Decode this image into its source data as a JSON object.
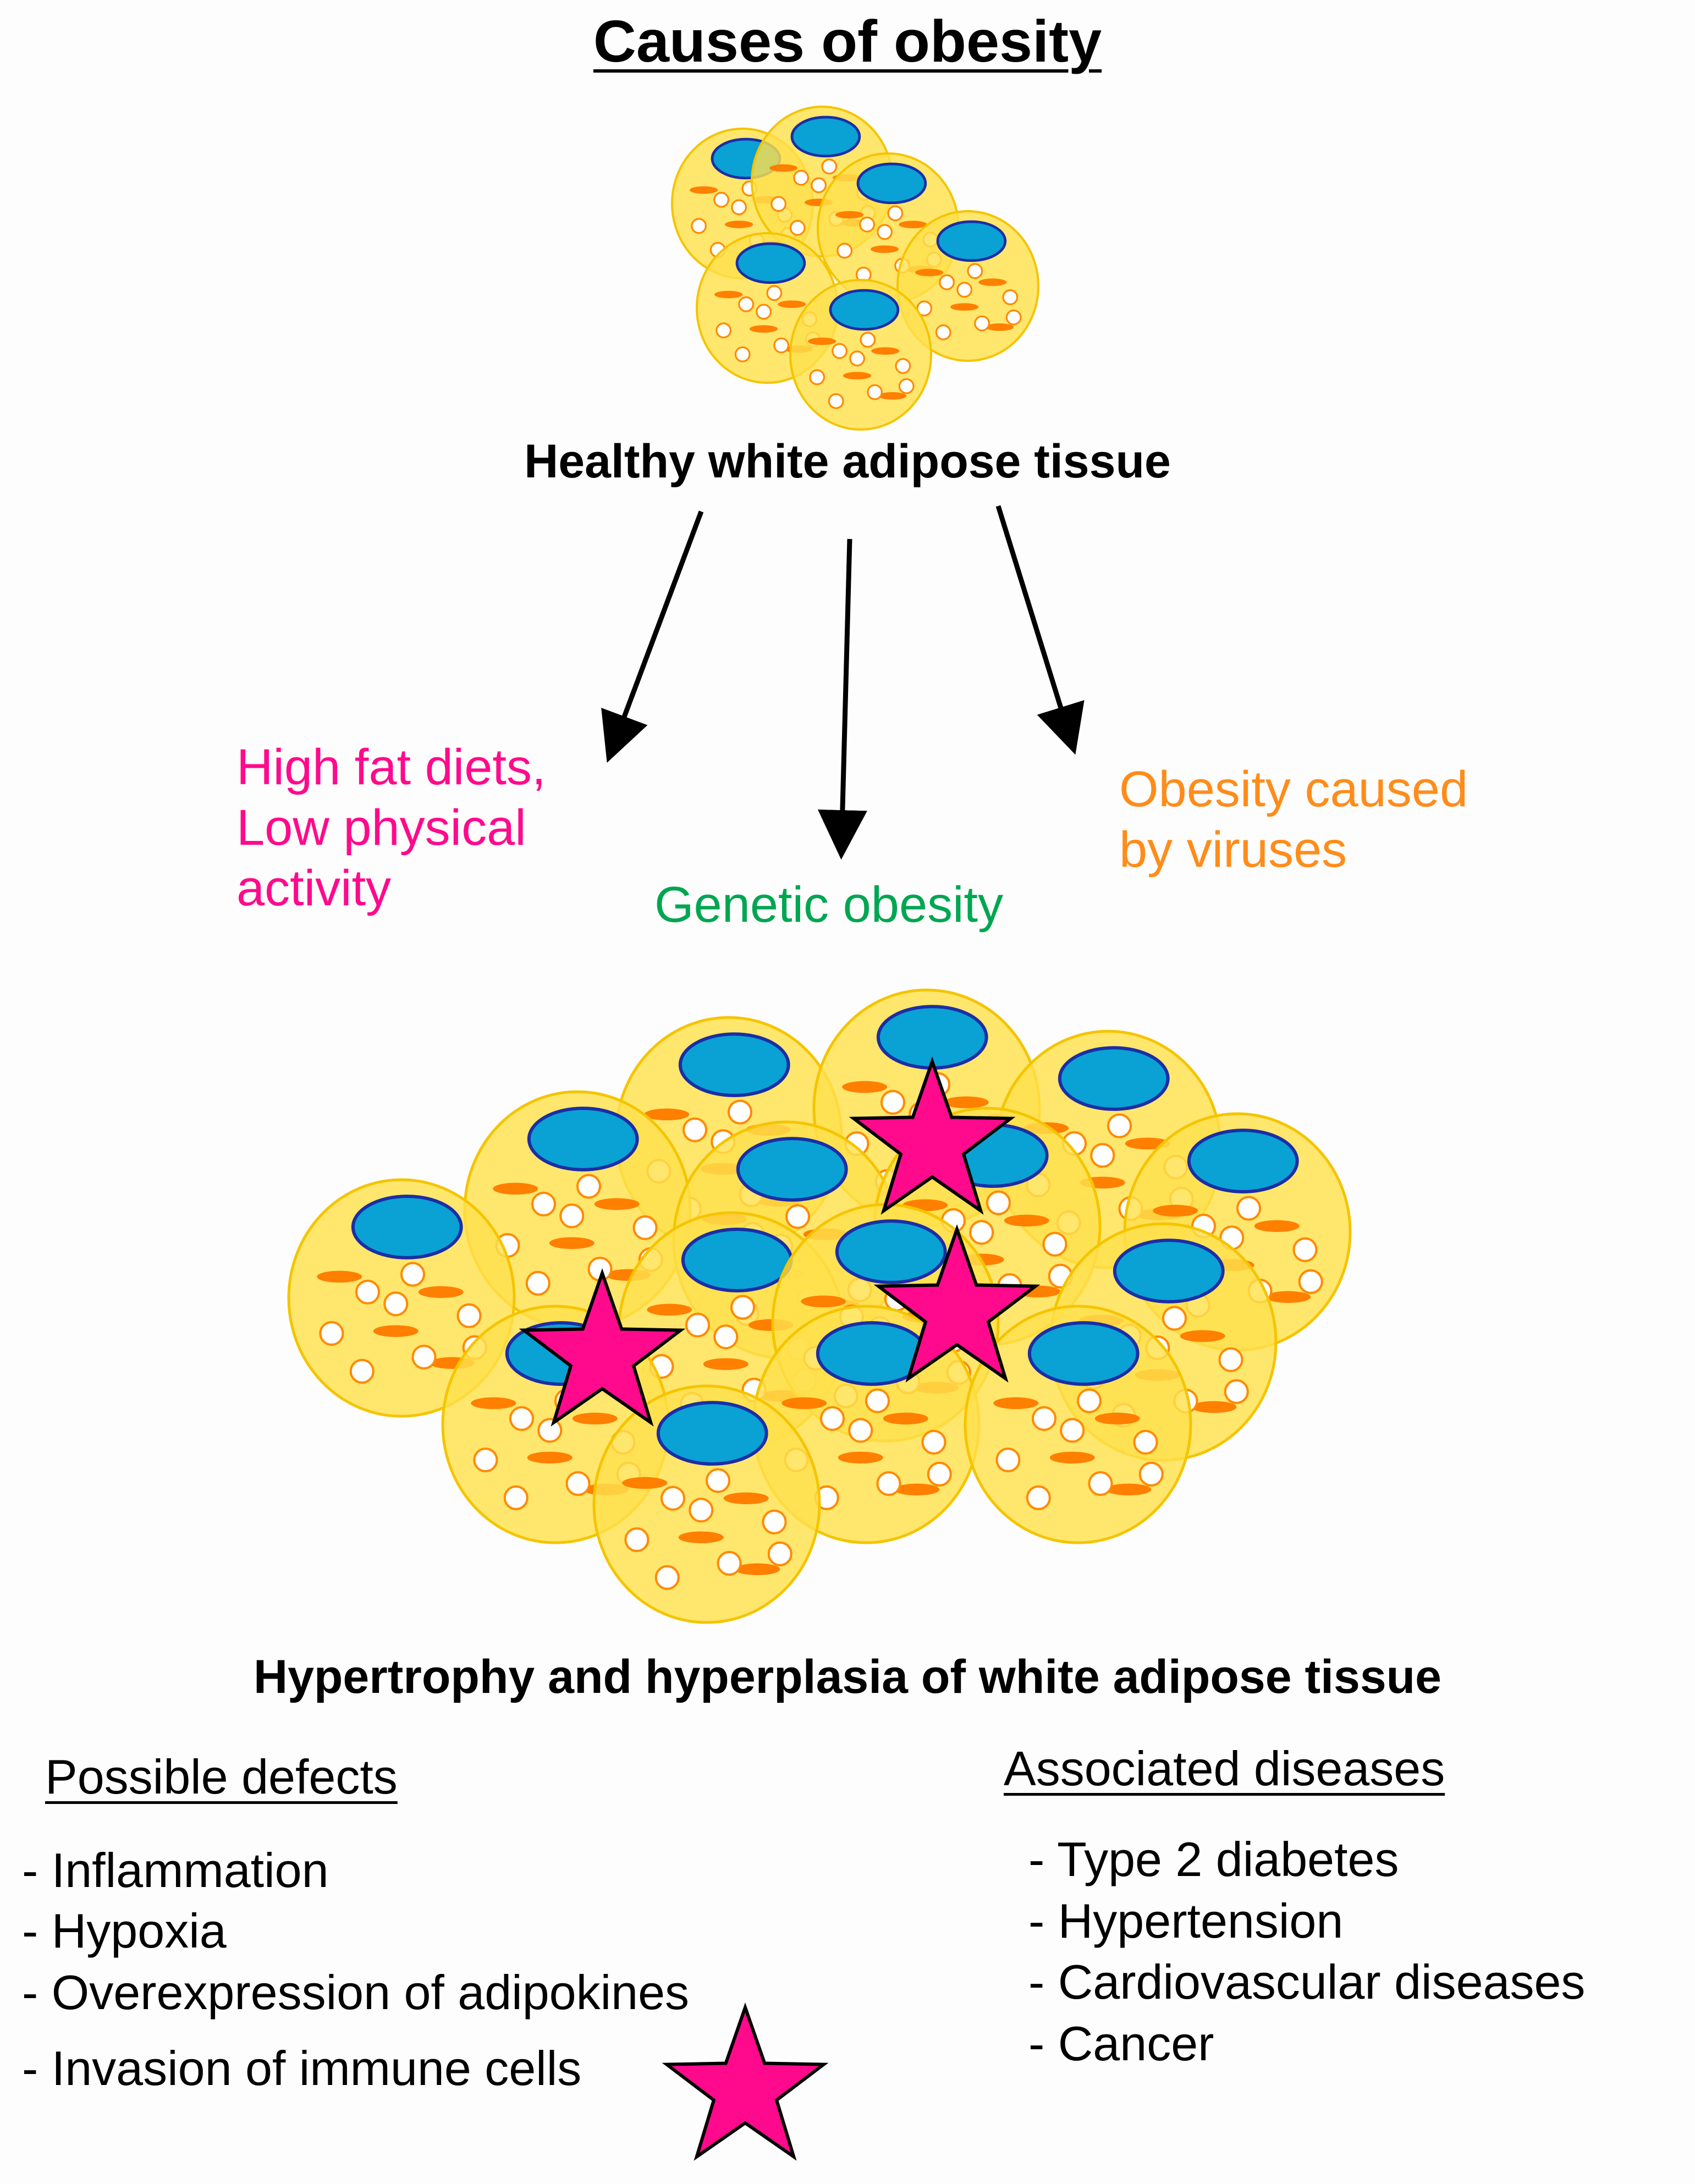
{
  "title": "Causes of obesity",
  "healthy_label": "Healthy white adipose tissue",
  "causes": {
    "diet": "High fat diets, Low physical activity",
    "genetic": "Genetic obesity",
    "virus": "Obesity caused by viruses"
  },
  "hypertrophy_label": "Hypertrophy and hyperplasia of white adipose tissue",
  "defects": {
    "title": "Possible defects",
    "items": [
      "- Inflammation",
      "- Hypoxia",
      "- Overexpression of adipokines",
      "- Invasion of immune cells"
    ]
  },
  "diseases": {
    "title": "Associated diseases",
    "items": [
      "- Type 2 diabetes",
      "- Hypertension",
      "- Cardiovascular diseases",
      "- Cancer"
    ]
  },
  "colors": {
    "cell_fill": "#ffe14d",
    "cell_stroke": "#f5c400",
    "nucleus_fill": "#0aa1d4",
    "nucleus_stroke": "#1b2ea6",
    "droplet_stroke": "#ff8a00",
    "stripe": "#ff7f00",
    "immune_cell": "#ff0a8c",
    "diet_text": "#ff0a8c",
    "genetic_text": "#00a651",
    "virus_text": "#ff8c1a"
  }
}
